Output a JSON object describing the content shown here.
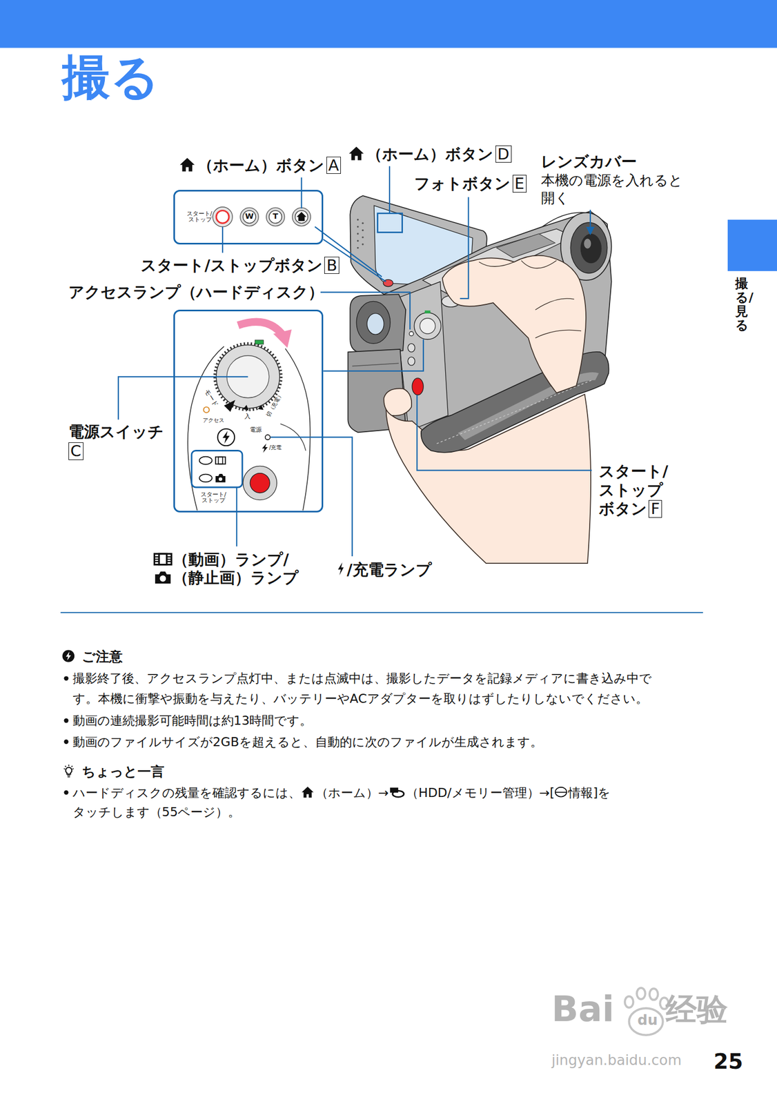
{
  "diagram": {
    "title": "撮る",
    "nodes": [
      {
        "text": [
          "スタート/ ストップ",
          "W",
          "T"
        ]
      },
      {
        "text": [
          "モード",
          "アクセス",
          "入",
          "切（充電）",
          "電源",
          "/充電",
          "スタート/ ストップ"
        ]
      }
    ],
    "labels": [
      "（ホーム）ボタン",
      "A",
      "（ホーム）ボタン",
      "D",
      "フォトボタン",
      "E",
      "レンズカバー",
      "本機の電源を入れると 開く",
      "スタート/ストップボタン",
      "B",
      "アクセスランプ（ハードディスク）",
      "電源スイッチ",
      "C",
      "スタート/ ストップ ボタン",
      "F",
      "（動画）ランプ/",
      "（静止画）ランプ",
      "/充電ランプ",
      "ご注意",
      "撮影終了後、アクセスランプ点灯中、または点滅中は、撮影したデータを記録メディアに書き込み中です。本機に衝撃や振動を与えたり、バッテリーやACアダプターを取りはずしたりしないでください。",
      "動画の連続撮影可能時間は約13時間です。",
      "動画のファイルサイズが2GBを超えると、自動的に次のファイルが生成されます。",
      "ちょっと一言",
      "ハードディスクの残量を確認するには、",
      "（ホーム）→",
      "（HDD/メモリー管理）→[",
      "情報]を",
      "タッチします（55ページ）。",
      "撮る/見る",
      "25",
      "Bai",
      "du",
      "经验",
      "jingyan.baidu.com"
    ]
  }
}
